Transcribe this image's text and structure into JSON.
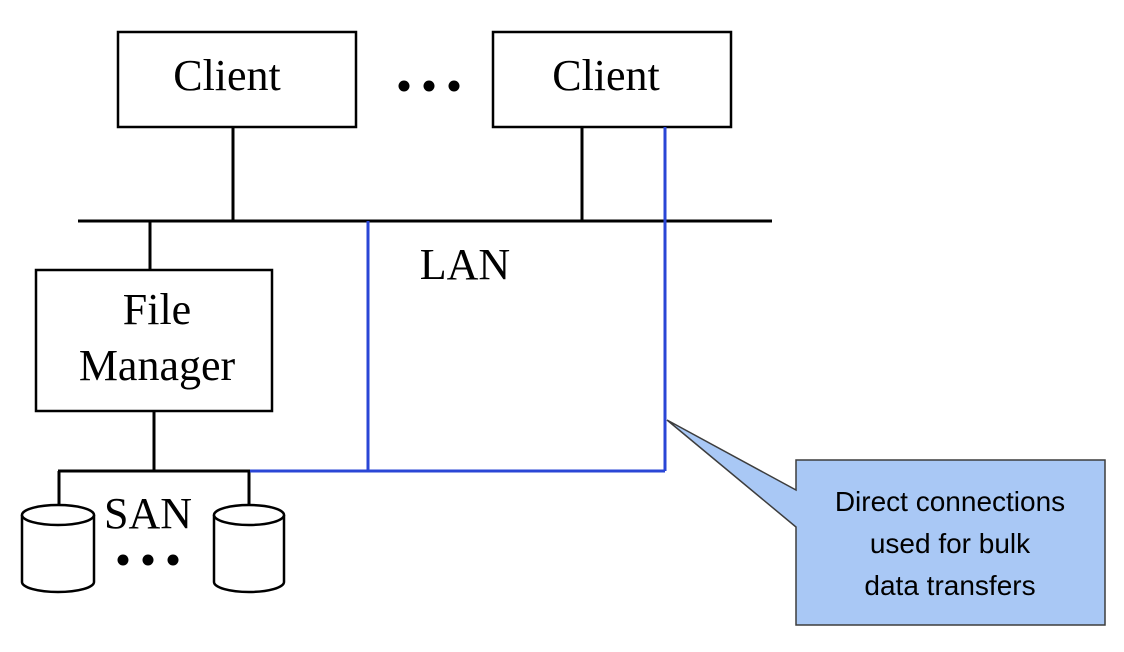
{
  "diagram": {
    "clients": [
      {
        "label": "Client"
      },
      {
        "label": "Client"
      }
    ],
    "lan": {
      "label": "LAN"
    },
    "file_manager": {
      "line1": "File",
      "line2": "Manager"
    },
    "san": {
      "label": "SAN"
    },
    "callout": {
      "lines": [
        "Direct connections",
        "used for bulk",
        "data transfers"
      ]
    },
    "colors": {
      "line": "#000000",
      "direct_connection": "#2a46d6",
      "callout_fill": "#a9c8f5",
      "callout_stroke": "#3d3d3d"
    },
    "icons": {
      "ellipsis": "ellipsis-icon",
      "disk": "disk-icon"
    }
  }
}
